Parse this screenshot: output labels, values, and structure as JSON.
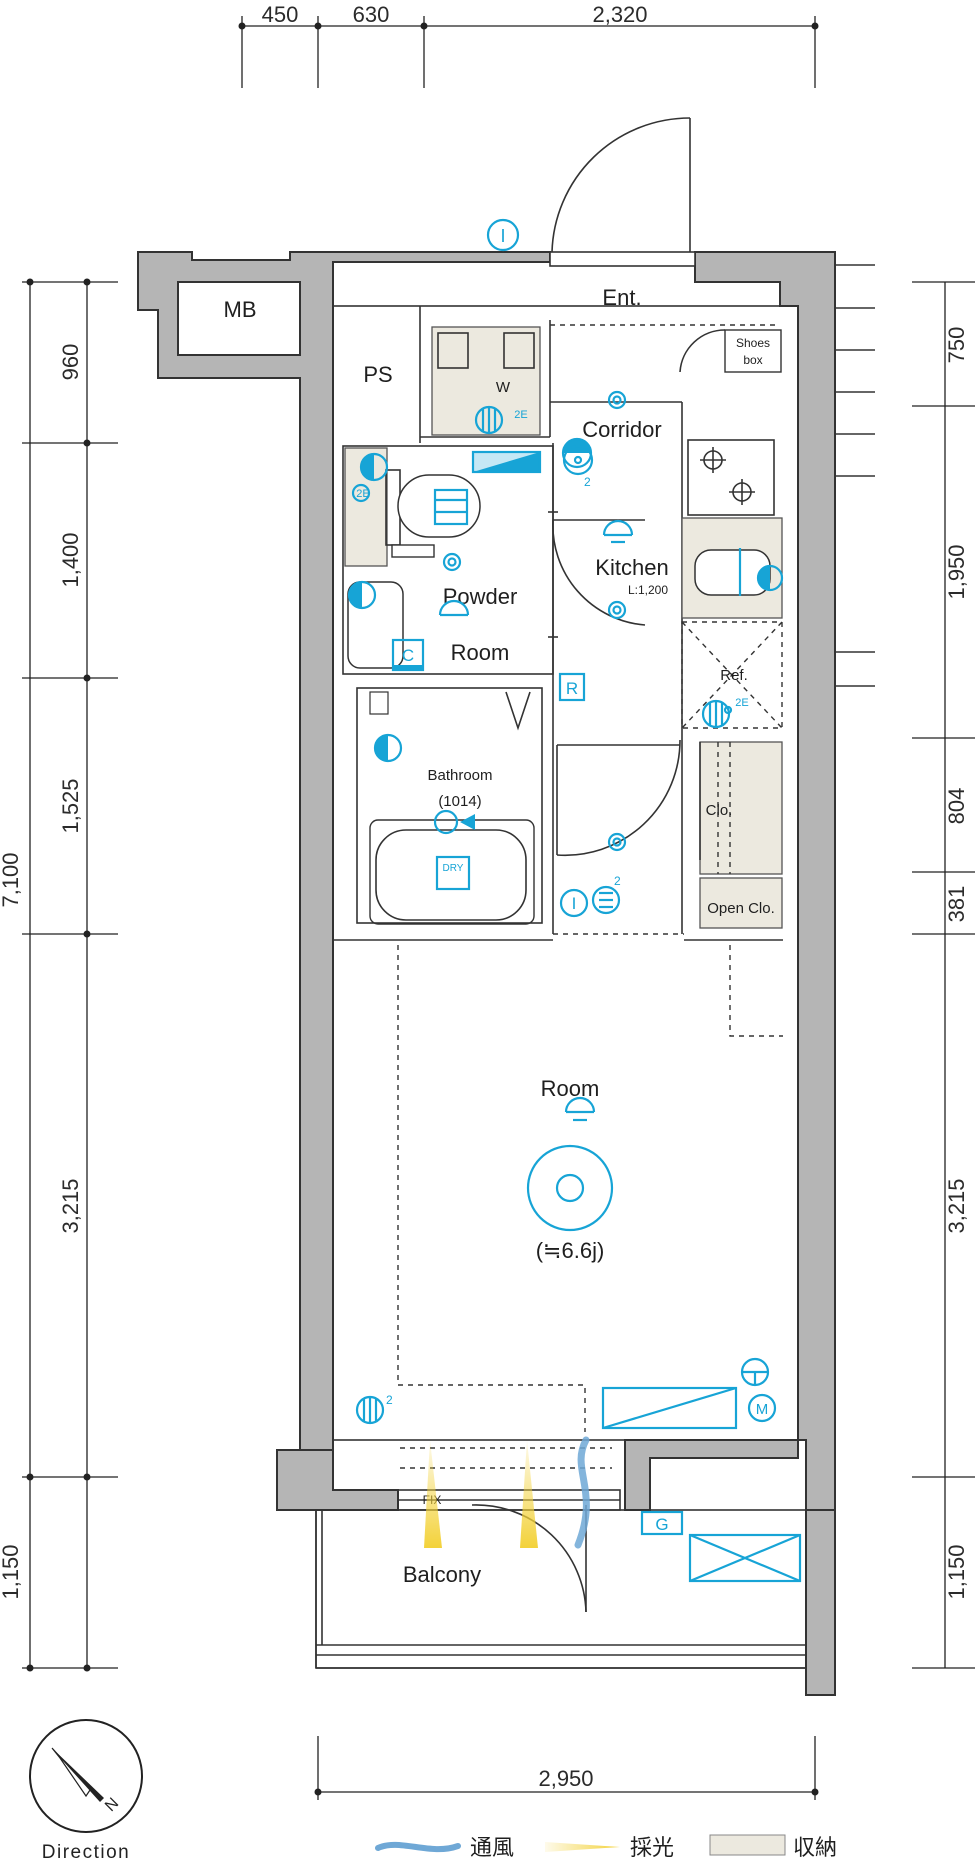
{
  "dimensions": {
    "top": [
      "450",
      "630",
      "2,320"
    ],
    "bottom": "2,950",
    "left_total": "7,100",
    "left": [
      "960",
      "1,400",
      "1,525",
      "3,215",
      "1,150"
    ],
    "right": [
      "750",
      "1,950",
      "804",
      "381",
      "3,215",
      "1,150"
    ]
  },
  "rooms": {
    "mb": "MB",
    "ps": "PS",
    "washer": "W",
    "entrance": "Ent.",
    "shoes_box_line1": "Shoes",
    "shoes_box_line2": "box",
    "corridor": "Corridor",
    "kitchen": "Kitchen",
    "kitchen_size": "L:1,200",
    "powder_room_line1": "Powder",
    "powder_room_line2": "Room",
    "bathroom": "Bathroom",
    "bathroom_size": "(1014)",
    "refrigerator": "Ref.",
    "closet": "Clo.",
    "open_closet": "Open Clo.",
    "room": "Room",
    "room_size": "(≒6.6j)",
    "balcony": "Balcony",
    "fix_window": "FIX",
    "dry_label": "DRY"
  },
  "symbols": {
    "intercom": "I",
    "cooling": "C",
    "range_hood": "R",
    "gas": "G",
    "monitor": "M",
    "outlet_2e": "2E",
    "count_2": "2"
  },
  "compass": {
    "label": "Direction",
    "north": "N"
  },
  "legend": {
    "ventilation": "通風",
    "lighting": "採光",
    "storage": "収納"
  },
  "colors": {
    "equipment": "#17a4d6",
    "wall": "#b5b5b5",
    "storage": "#ece9df",
    "light_arrow": "#f3d23a",
    "wind_arrow": "#6fa8d6"
  }
}
